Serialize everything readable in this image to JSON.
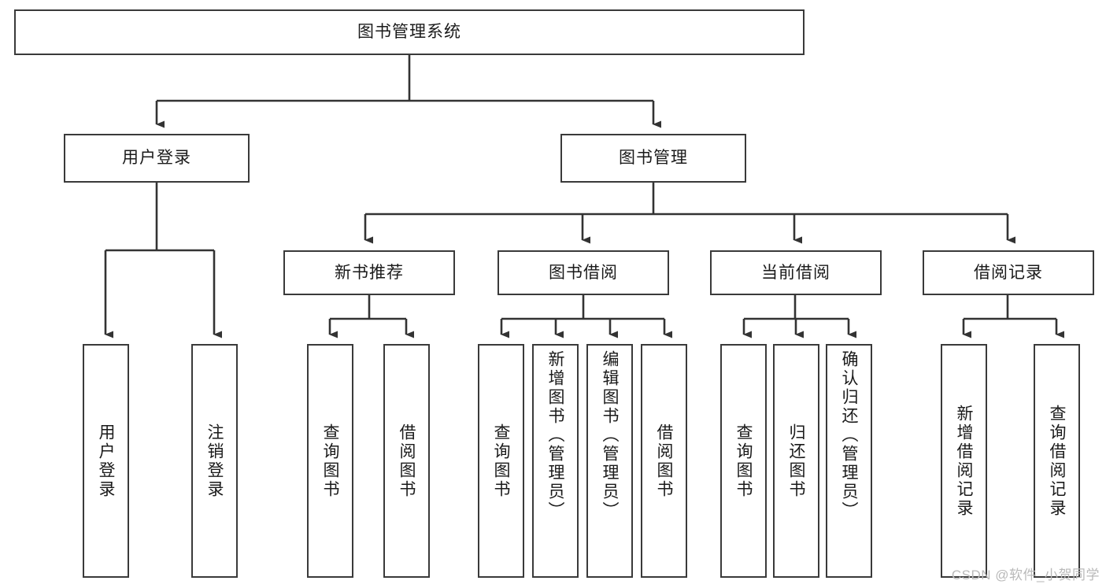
{
  "diagram": {
    "type": "tree-hierarchy-chart",
    "title": "图书管理系统",
    "watermark": "CSDN @软件_小贺同学",
    "colors": {
      "box_border": "#3a3a3a",
      "box_fill": "#ffffff",
      "connector": "#333333",
      "text": "#1a1a1a",
      "watermark": "#b9b9b9",
      "background": "#ffffff"
    },
    "levels": {
      "root": {
        "label": "图书管理系统",
        "orientation": "horizontal"
      },
      "level2": [
        {
          "label": "用户登录",
          "orientation": "horizontal"
        },
        {
          "label": "图书管理",
          "orientation": "horizontal"
        }
      ],
      "level3": [
        {
          "label": "新书推荐",
          "orientation": "horizontal",
          "parent": "图书管理"
        },
        {
          "label": "图书借阅",
          "orientation": "horizontal",
          "parent": "图书管理"
        },
        {
          "label": "当前借阅",
          "orientation": "horizontal",
          "parent": "图书管理"
        },
        {
          "label": "借阅记录",
          "orientation": "horizontal",
          "parent": "图书管理"
        }
      ],
      "leaves": [
        {
          "label": "用户登录",
          "parent": "用户登录",
          "orientation": "vertical"
        },
        {
          "label": "注销登录",
          "parent": "用户登录",
          "orientation": "vertical"
        },
        {
          "label": "查询图书",
          "parent": "新书推荐",
          "orientation": "vertical"
        },
        {
          "label": "借阅图书",
          "parent": "新书推荐",
          "orientation": "vertical"
        },
        {
          "label": "查询图书",
          "parent": "图书借阅",
          "orientation": "vertical"
        },
        {
          "label": "新增图书（管理员）",
          "parent": "图书借阅",
          "orientation": "vertical"
        },
        {
          "label": "编辑图书（管理员）",
          "parent": "图书借阅",
          "orientation": "vertical"
        },
        {
          "label": "借阅图书",
          "parent": "图书借阅",
          "orientation": "vertical"
        },
        {
          "label": "查询图书",
          "parent": "当前借阅",
          "orientation": "vertical"
        },
        {
          "label": "归还图书",
          "parent": "当前借阅",
          "orientation": "vertical"
        },
        {
          "label": "确认归还（管理员）",
          "parent": "当前借阅",
          "orientation": "vertical"
        },
        {
          "label": "新增借阅记录",
          "parent": "借阅记录",
          "orientation": "vertical"
        },
        {
          "label": "查询借阅记录",
          "parent": "借阅记录",
          "orientation": "vertical"
        }
      ]
    }
  }
}
